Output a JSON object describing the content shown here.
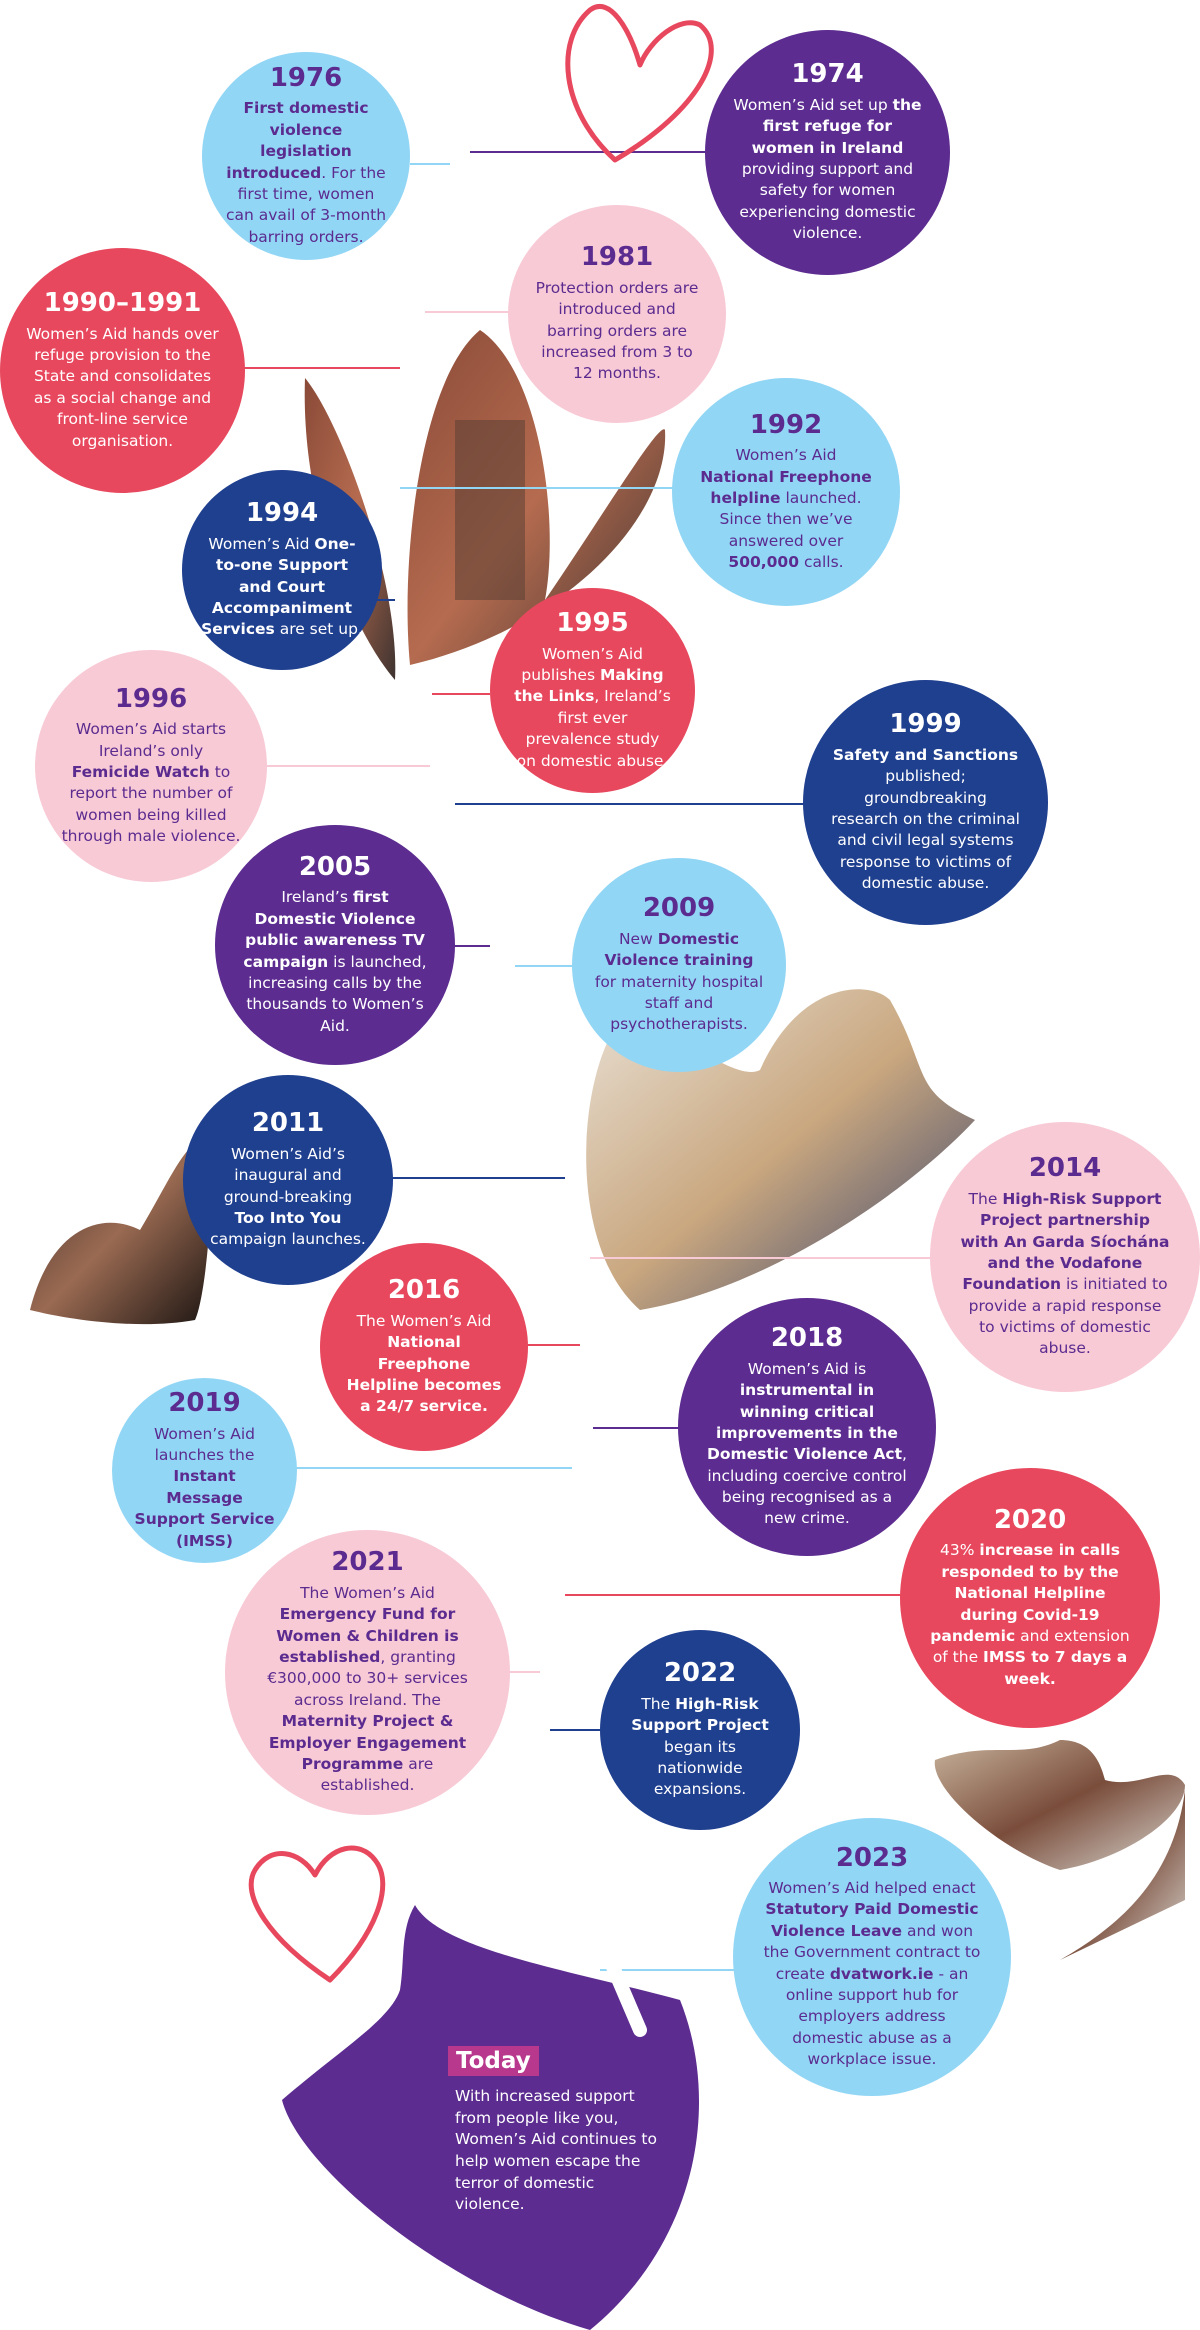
{
  "events": [
    {
      "year": "1976",
      "segments": [
        [
          "First domestic violence legislation introduced",
          1
        ],
        [
          ". For the first time, women can avail of 3-month barring orders.",
          0
        ]
      ]
    },
    {
      "year": "1974",
      "segments": [
        [
          "Women’s Aid set up ",
          0
        ],
        [
          "the first refuge for women in Ireland",
          1
        ],
        [
          " providing support and safety for women experiencing domestic violence.",
          0
        ]
      ]
    },
    {
      "year": "1981",
      "segments": [
        [
          "Protection orders are introduced and barring orders are increased from 3 to 12 months.",
          0
        ]
      ]
    },
    {
      "year": "1990–1991",
      "segments": [
        [
          "Women’s Aid hands over refuge provision to the State and consolidates as a social change and front-line service organisation.",
          0
        ]
      ]
    },
    {
      "year": "1992",
      "segments": [
        [
          "Women’s Aid ",
          0
        ],
        [
          "National Freephone helpline",
          1
        ],
        [
          " launched. Since then we’ve answered over ",
          0
        ],
        [
          "500,000",
          1
        ],
        [
          " calls.",
          0
        ]
      ]
    },
    {
      "year": "1994",
      "segments": [
        [
          "Women’s Aid ",
          0
        ],
        [
          "One-to-one Support and Court Accompaniment Services",
          1
        ],
        [
          " are set up.",
          0
        ]
      ]
    },
    {
      "year": "1995",
      "segments": [
        [
          "Women’s Aid publishes ",
          0
        ],
        [
          "Making the Links",
          1
        ],
        [
          ", Ireland’s first ever prevalence study on domestic abuse.",
          0
        ]
      ]
    },
    {
      "year": "1996",
      "segments": [
        [
          "Women’s Aid starts Ireland’s only ",
          0
        ],
        [
          "Femicide Watch",
          1
        ],
        [
          " to report the number of women being killed through male violence.",
          0
        ]
      ]
    },
    {
      "year": "1999",
      "segments": [
        [
          "Safety and Sanctions",
          1
        ],
        [
          " published; groundbreaking research on the criminal and civil legal systems response to victims of domestic abuse.",
          0
        ]
      ]
    },
    {
      "year": "2005",
      "segments": [
        [
          "Ireland’s ",
          0
        ],
        [
          "first Domestic Violence public awareness TV campaign",
          1
        ],
        [
          " is launched, increasing calls by the thousands to Women’s Aid.",
          0
        ]
      ]
    },
    {
      "year": "2009",
      "segments": [
        [
          "New ",
          0
        ],
        [
          "Domestic Violence training",
          1
        ],
        [
          " for maternity hospital staff and psychotherapists.",
          0
        ]
      ]
    },
    {
      "year": "2011",
      "segments": [
        [
          "Women’s Aid’s inaugural and ground-breaking ",
          0
        ],
        [
          "Too Into You",
          1
        ],
        [
          " campaign launches.",
          0
        ]
      ]
    },
    {
      "year": "2014",
      "segments": [
        [
          "The ",
          0
        ],
        [
          "High-Risk Support Project partnership with An Garda Síochána and the Vodafone Foundation",
          1
        ],
        [
          " is initiated to provide a rapid response to victims of domestic abuse.",
          0
        ]
      ]
    },
    {
      "year": "2016",
      "segments": [
        [
          "The Women’s Aid ",
          0
        ],
        [
          "National Freephone Helpline becomes a 24/7 service.",
          1
        ]
      ]
    },
    {
      "year": "2018",
      "segments": [
        [
          "Women’s Aid is ",
          0
        ],
        [
          "instrumental in winning critical improvements in the Domestic Violence Act",
          1
        ],
        [
          ", including coercive control being recognised as a new crime.",
          0
        ]
      ]
    },
    {
      "year": "2019",
      "segments": [
        [
          "Women’s Aid launches the ",
          0
        ],
        [
          "Instant Message Support Service (IMSS)",
          1
        ]
      ]
    },
    {
      "year": "2020",
      "segments": [
        [
          "43% ",
          0
        ],
        [
          "increase in calls responded to by the National Helpline during Covid-19 pandemic",
          1
        ],
        [
          " and extension of the ",
          0
        ],
        [
          "IMSS",
          1
        ],
        [
          " to 7 days a week.",
          1
        ]
      ]
    },
    {
      "year": "2021",
      "segments": [
        [
          "The Women’s Aid ",
          0
        ],
        [
          "Emergency Fund for Women & Children is established",
          1
        ],
        [
          ", granting €300,000 to 30+ services across Ireland. The ",
          0
        ],
        [
          "Maternity Project & Employer Engagement Programme",
          1
        ],
        [
          " are established.",
          0
        ]
      ]
    },
    {
      "year": "2022",
      "segments": [
        [
          "The ",
          0
        ],
        [
          "High-Risk Support Project",
          1
        ],
        [
          " began its nationwide expansions.",
          0
        ]
      ]
    },
    {
      "year": "2023",
      "segments": [
        [
          "Women’s Aid helped enact ",
          0
        ],
        [
          "Statutory Paid Domestic Violence Leave",
          1
        ],
        [
          " and won the Government contract to create ",
          0
        ],
        [
          "dvatwork.ie",
          1
        ],
        [
          " - an online support hub for employers address domestic abuse as a workplace issue.",
          0
        ]
      ]
    }
  ],
  "today": {
    "label": "Today",
    "text": "With increased support from people like you, Women’s Aid continues to help women escape the terror of domestic violence."
  },
  "colors": {
    "purple": "#5c2c90",
    "light_blue": "#92d6f5",
    "pink": "#f8cad6",
    "red": "#e8485e",
    "navy": "#1f3f8f",
    "magenta": "#b7388c"
  },
  "icons": [
    "heart-outline-icon"
  ]
}
